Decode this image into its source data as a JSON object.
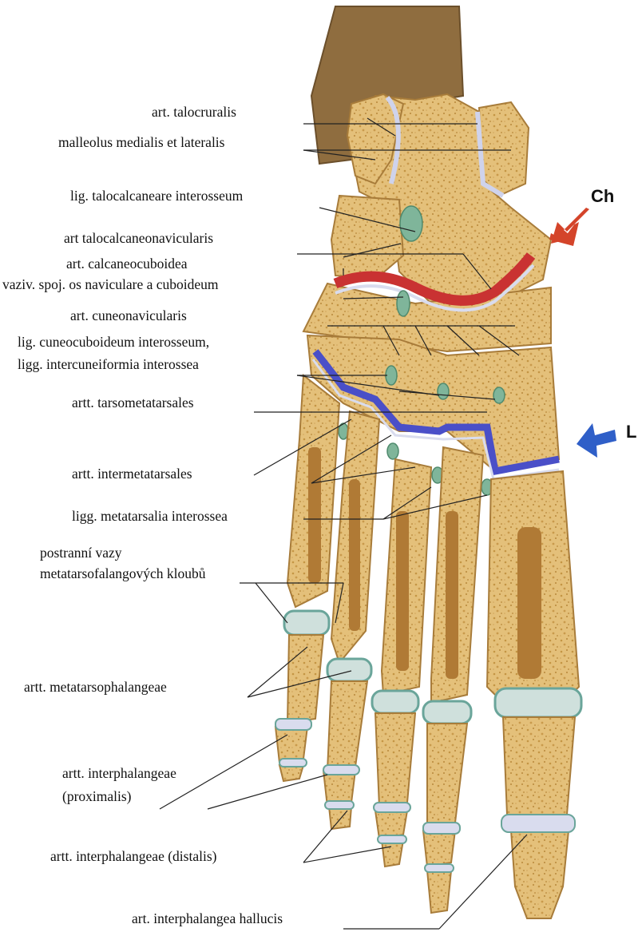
{
  "labels": {
    "talocruralis": "art. talocruralis",
    "malleolus": "malleolus medialis et lateralis",
    "talocalcaneare": "lig. talocalcaneare interosseum",
    "talocalcaneonavicularis": "art talocalcaneonavicularis",
    "calcaneocuboidea": "art. calcaneocuboidea",
    "vaziv": "vaziv. spoj. os naviculare a cuboideum",
    "cuneonavicularis": "art. cuneonavicularis",
    "cuneocuboideum": "lig. cuneocuboideum interosseum,",
    "intercuneiformia": "ligg. intercuneiformia interossea",
    "tarsometatarsales": "artt. tarsometatarsales",
    "intermetatarsales": "artt. intermetatarsales",
    "metatarsalia": "ligg. metatarsalia interossea",
    "postranni_1": "postranní vazy",
    "postranni_2": "metatarsofalangových kloubů",
    "metatarsophalangeae": "artt. metatarsophalangeae",
    "interphal_prox_1": "artt. interphalangeae",
    "interphal_prox_2": "(proximalis)",
    "interphal_dist": "artt. interphalangeae (distalis)",
    "hallucis": "art. interphalangea hallucis"
  },
  "arrows": {
    "chopart": {
      "label": "Ch",
      "color": "#d4442a"
    },
    "lisfranc": {
      "label": "L",
      "color": "#2f5fc8"
    }
  },
  "colors": {
    "bone": "#e2bf76",
    "bone_edge": "#b98c3f",
    "marrow": "#b9843b",
    "cartilage": "#d9dcee",
    "chopart_line": "#c93232",
    "lisfranc_line": "#4a4fc8",
    "ligament": "#7fb59a",
    "tibia": "#8c6a3c"
  }
}
